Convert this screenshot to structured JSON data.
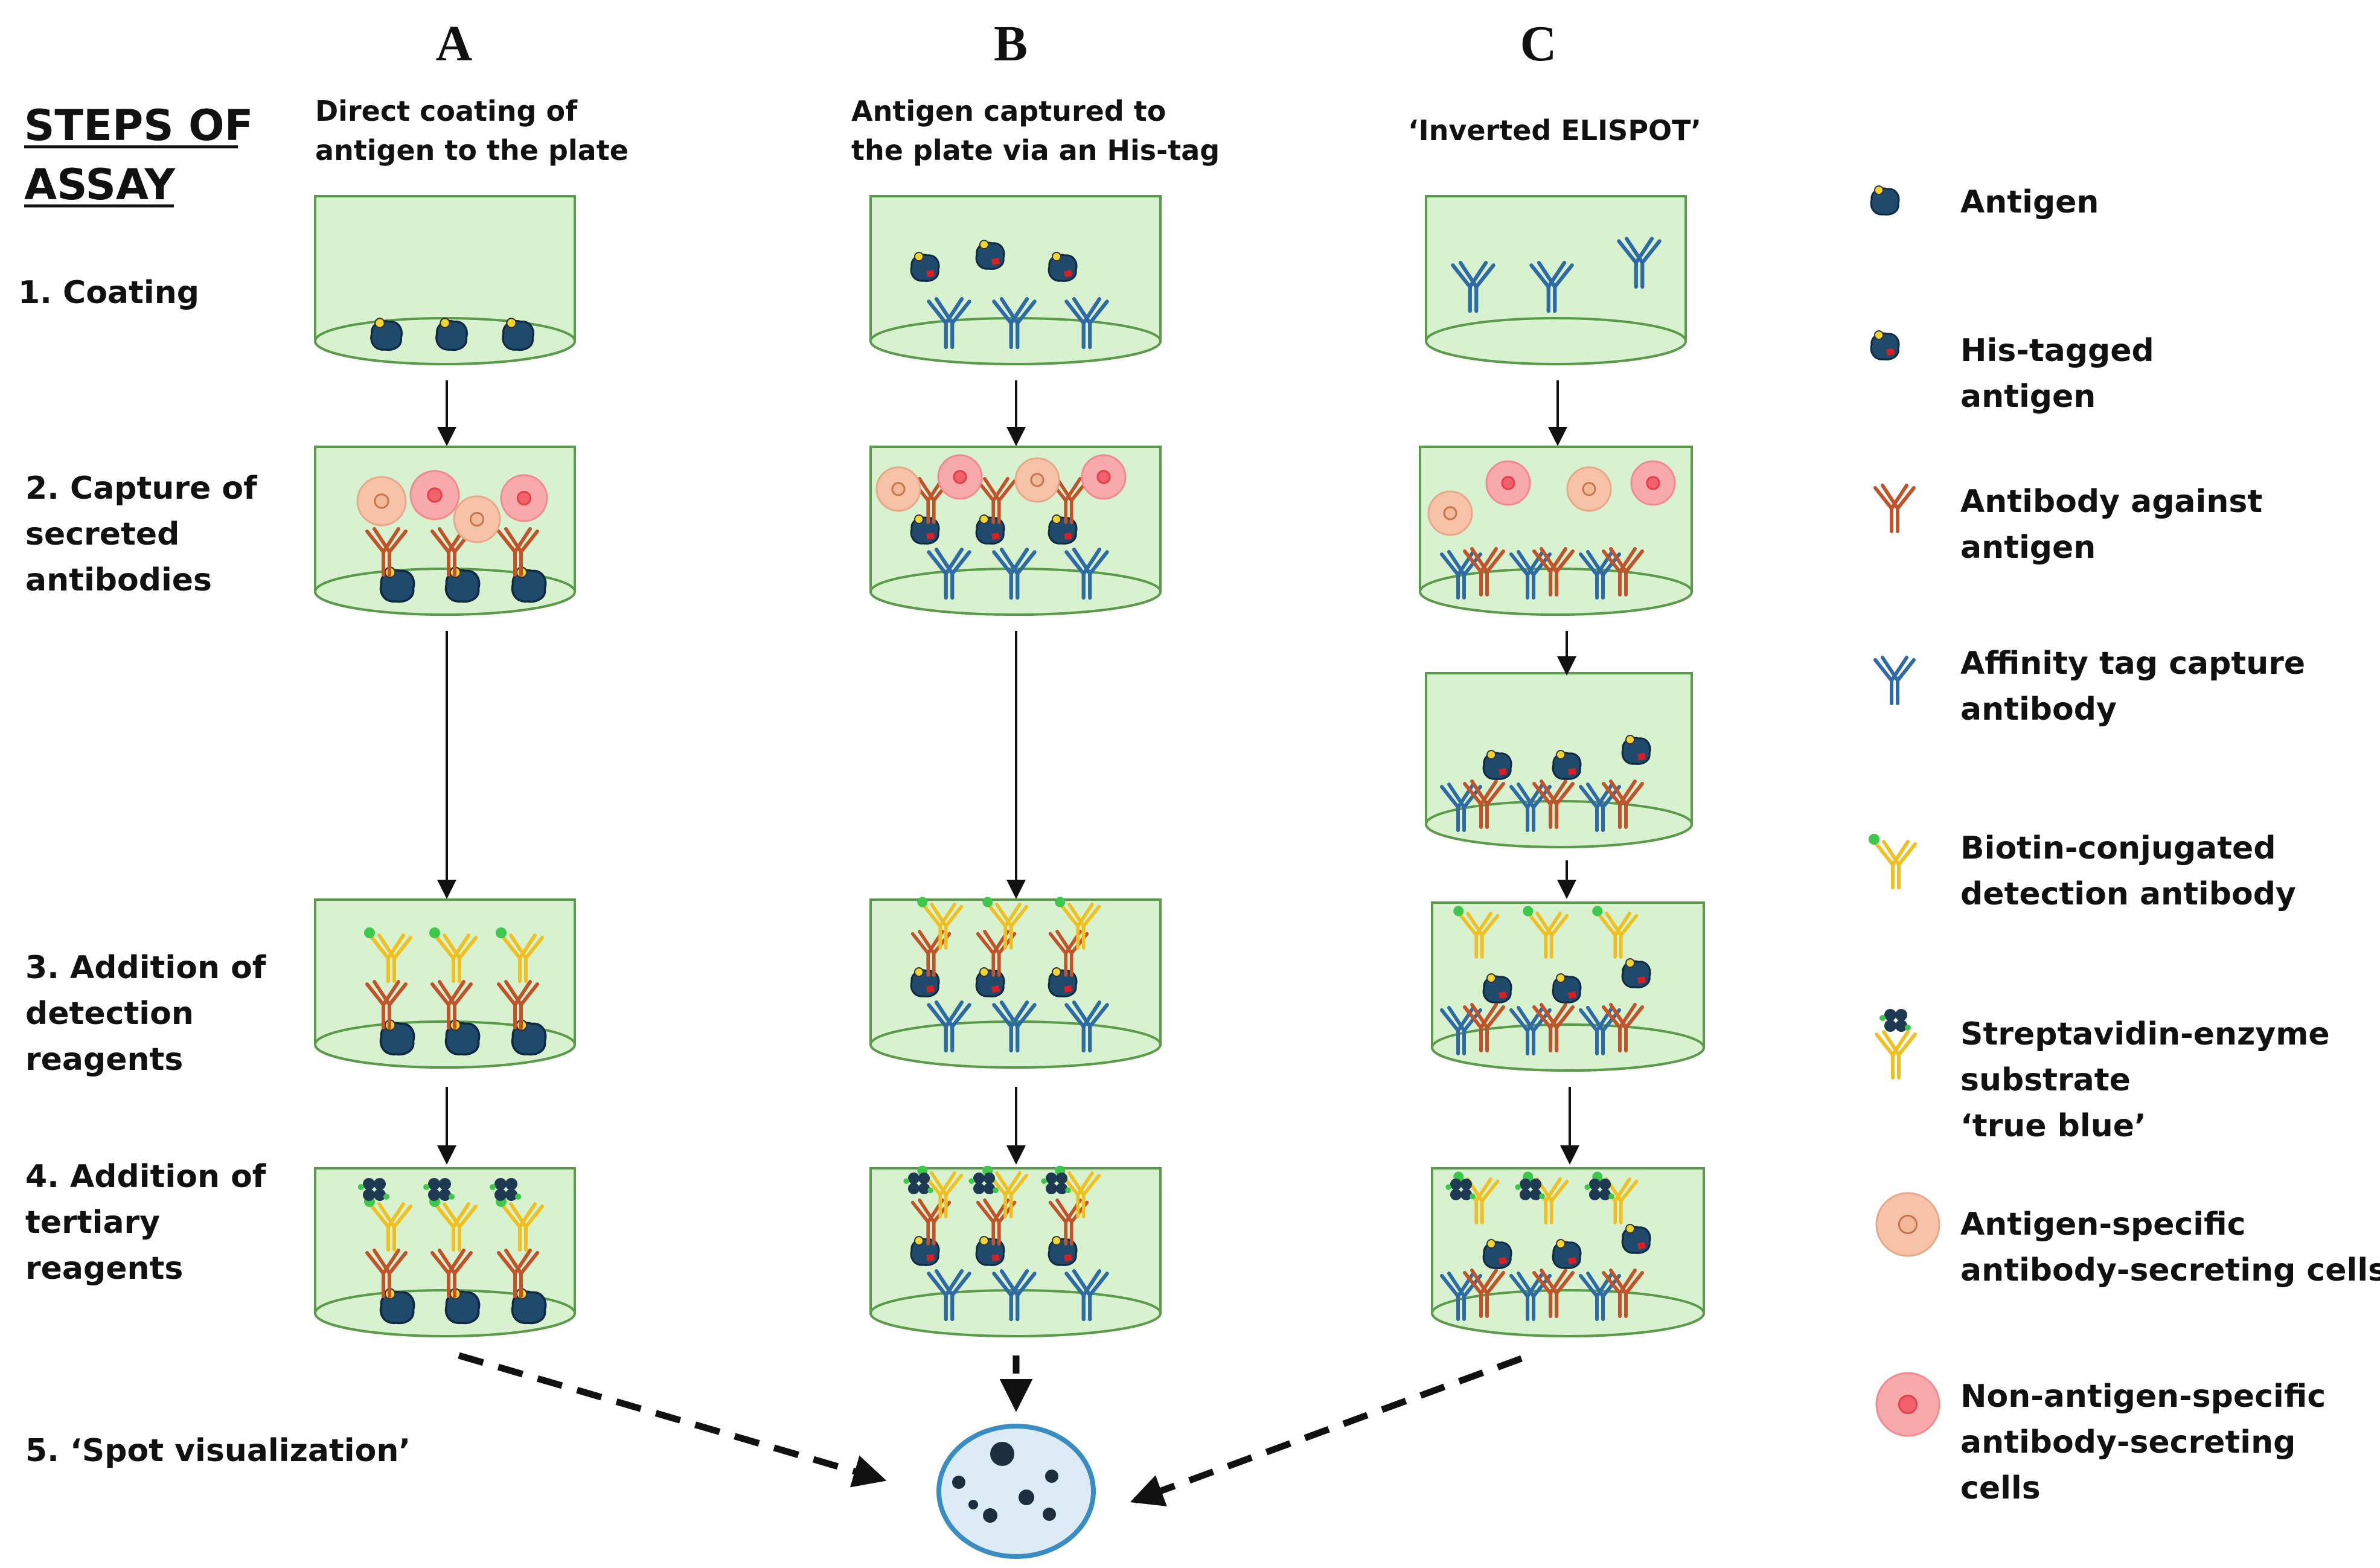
{
  "title": {
    "line1": "STEPS OF",
    "line2": "ASSAY"
  },
  "columns": [
    {
      "letter": "A",
      "subtitle_lines": [
        "Direct coating of",
        "antigen to the plate"
      ]
    },
    {
      "letter": "B",
      "subtitle_lines": [
        "Antigen captured to",
        "the plate via an His-tag"
      ]
    },
    {
      "letter": "C",
      "subtitle_lines": [
        "‘Inverted ELISPOT’"
      ]
    }
  ],
  "steps": [
    {
      "lines": [
        "1. Coating"
      ]
    },
    {
      "lines": [
        "2. Capture of",
        "secreted",
        "antibodies"
      ]
    },
    {
      "lines": [
        "3. Addition of",
        "detection",
        "reagents"
      ]
    },
    {
      "lines": [
        "4. Addition of",
        "tertiary",
        "reagents"
      ]
    },
    {
      "lines": [
        "5. ‘Spot visualization’"
      ]
    }
  ],
  "legend": [
    {
      "icon": "antigen-icon",
      "lines": [
        "Antigen"
      ]
    },
    {
      "icon": "his-tagged-antigen-icon",
      "lines": [
        "His-tagged",
        "antigen"
      ]
    },
    {
      "icon": "antibody-against-antigen-icon",
      "lines": [
        "Antibody against",
        "antigen"
      ]
    },
    {
      "icon": "capture-antibody-icon",
      "lines": [
        "Affinity tag capture",
        "antibody"
      ]
    },
    {
      "icon": "biotin-detection-antibody-icon",
      "lines": [
        "Biotin-conjugated",
        "detection antibody"
      ]
    },
    {
      "icon": "streptavidin-enzyme-icon",
      "lines": [
        "Streptavidin-enzyme",
        "substrate",
        "‘true blue’"
      ]
    },
    {
      "icon": "antigen-specific-cell-icon",
      "lines": [
        "Antigen-specific",
        "antibody-secreting cells"
      ]
    },
    {
      "icon": "non-specific-cell-icon",
      "lines": [
        "Non-antigen-specific",
        "antibody-secreting",
        "cells"
      ]
    }
  ],
  "colors": {
    "well_fill": "#d8f2d0",
    "well_stroke": "#5a9a4a",
    "antigen": "#1f4a6b",
    "antigen_dot": "#f2d630",
    "his_tag": "#d81f26",
    "antibody_orange": "#c0532a",
    "antibody_blue": "#2d6aa6",
    "antibody_yellow": "#f0c020",
    "biotin": "#3cc84a",
    "cell_specific": "#f6c3a8",
    "cell_nonspecific": "#f8a9ab",
    "spot_dish": "#dcebf6",
    "spot_dish_stroke": "#3a8dc2",
    "spot": "#1c2e3e"
  }
}
